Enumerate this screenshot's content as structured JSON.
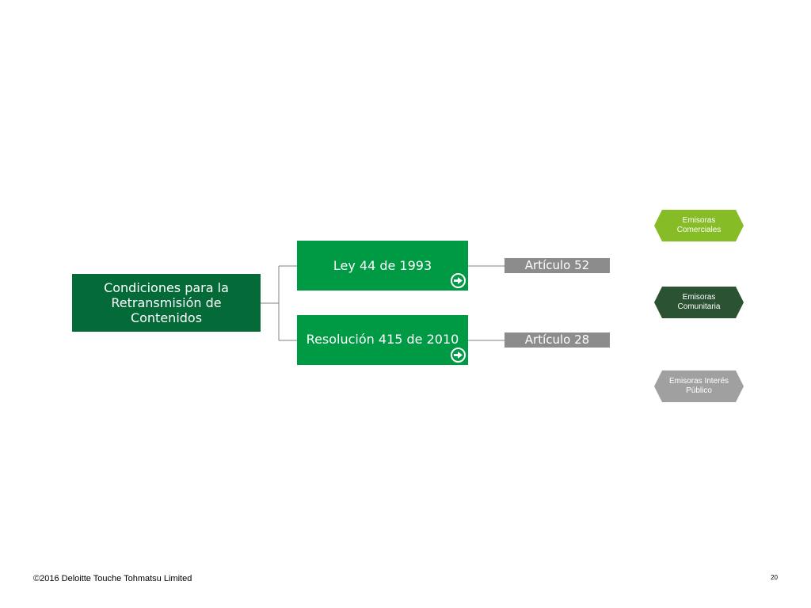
{
  "diagram": {
    "root": {
      "label": "Condiciones para la Retransmisión de Contenidos"
    },
    "laws": [
      {
        "label": "Ley 44 de 1993",
        "icon": "arrow-right-circle-icon"
      },
      {
        "label": "Resolución 415 de 2010",
        "icon": "arrow-right-circle-icon"
      }
    ],
    "articles": [
      {
        "label": "Artículo 52"
      },
      {
        "label": "Artículo 28"
      }
    ],
    "categories": [
      {
        "label": "Emisoras Comerciales",
        "color": "#86bc25"
      },
      {
        "label": "Emisoras Comunitaria",
        "color": "#2c5234"
      },
      {
        "label": "Emisoras Interés Público",
        "color": "#a0a0a0"
      }
    ]
  },
  "colors": {
    "dark_green": "#046a38",
    "green": "#009a44",
    "gray": "#8c8c8c",
    "connector": "#7f7f7f"
  },
  "footer": {
    "copyright": "©2016 Deloitte Touche Tohmatsu Limited",
    "page_number": "20"
  }
}
